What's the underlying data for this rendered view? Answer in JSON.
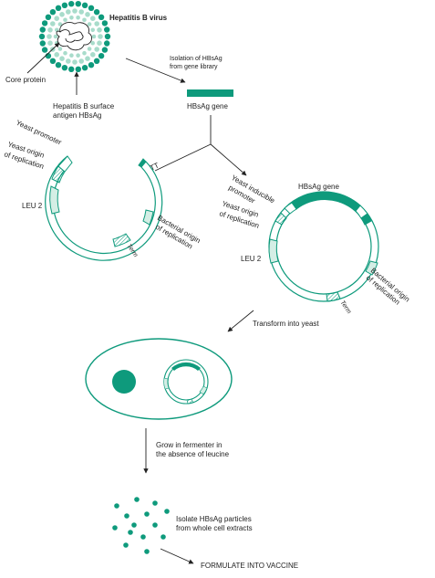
{
  "colors": {
    "teal": "#0e9a7c",
    "teal_light": "#a8dccb",
    "ink": "#222222",
    "fill_pale": "#d4eee5"
  },
  "virus": {
    "title": "Hepatitis B virus",
    "core_protein": "Core protein",
    "surface_antigen_line1": "Hepatitis B surface",
    "surface_antigen_line2": "antigen HBsAg"
  },
  "isolation": {
    "line1": "Isolation of HBsAg",
    "line2": "from gene library"
  },
  "gene": {
    "label": "HBsAg gene"
  },
  "plasmid1": {
    "yeast_promoter": "Yeast promoter",
    "origin_line1": "Yeast origin",
    "origin_line2": "of replication",
    "leu2": "LEU 2",
    "tt": "TT",
    "bact_line1": "Bacterial origin",
    "bact_line2": "of replication",
    "term": "Term"
  },
  "plasmid2": {
    "gene": "HBsAg gene",
    "inducible_line1": "Yeast inducible",
    "inducible_line2": "promoter",
    "origin_line1": "Yeast origin",
    "origin_line2": "of replication",
    "leu2": "LEU 2",
    "bact_line1": "Bacterial origin",
    "bact_line2": "of replication",
    "term": "Term"
  },
  "steps": {
    "transform": "Transform into yeast",
    "grow_line1": "Grow in fermenter in",
    "grow_line2": "the absence of leucine",
    "isolate_line1": "Isolate HBsAg particles",
    "isolate_line2": "from whole cell extracts",
    "formulate": "FORMULATE INTO VACCINE"
  }
}
